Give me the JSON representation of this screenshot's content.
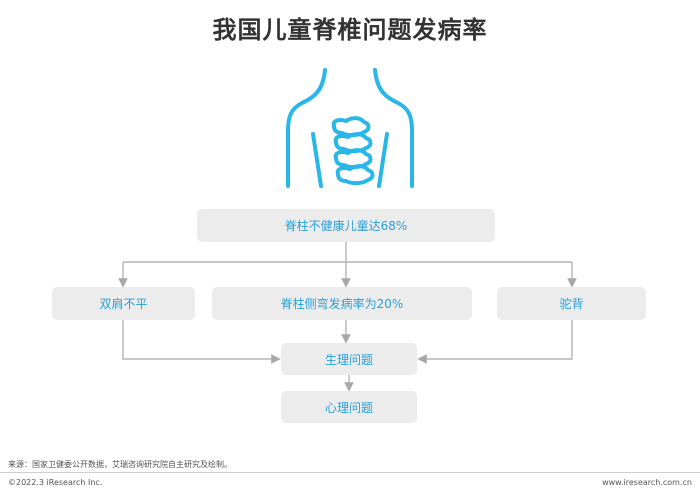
{
  "title": "我国儿童脊椎问题发病率",
  "nodes": {
    "main": "脊柱不健康儿童达68%",
    "left": "双肩不平",
    "center": "脊柱侧弯发病率为20%",
    "right": "驼背",
    "physical": "生理问题",
    "psychological": "心理问题"
  },
  "icon": "spine-torso-icon",
  "colors": {
    "accent": "#2a9fd8",
    "icon": "#29b6e8",
    "box_fill": "#ececec",
    "connector": "#a8a8a8",
    "title": "#333333"
  },
  "footer": {
    "source": "来源：国家卫健委公开数据，艾瑞咨询研究院自主研究及绘制。",
    "copyright": "©2022.3 iResearch Inc.",
    "website": "www.iresearch.com.cn"
  }
}
